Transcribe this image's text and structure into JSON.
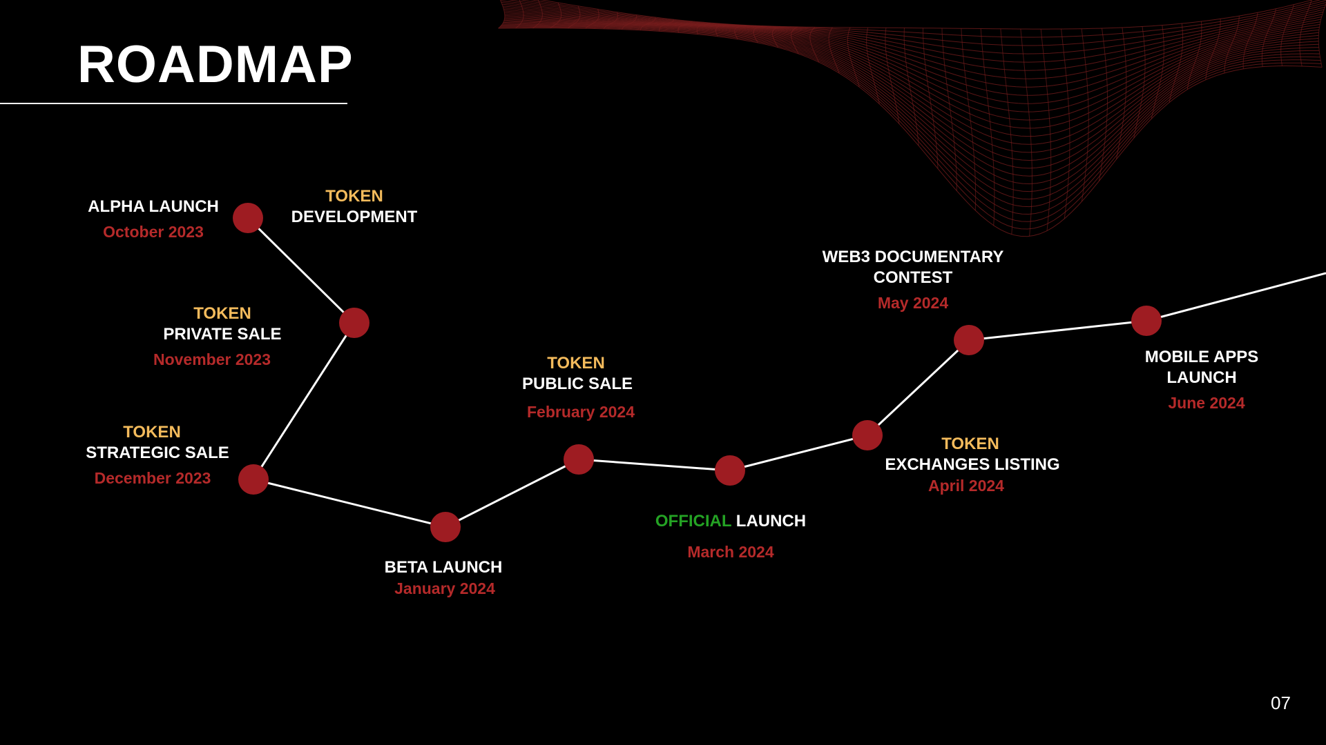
{
  "title": "ROADMAP",
  "page_number": "07",
  "colors": {
    "background": "#000000",
    "node": "#9e1c22",
    "connector": "#ffffff",
    "date": "#b52a2a",
    "token_accent": "#f4bb5c",
    "official_accent": "#24a324",
    "wave": "#7a1e1e"
  },
  "milestones": [
    {
      "id": "alpha",
      "line1": "ALPHA LAUNCH",
      "date": "October 2023"
    },
    {
      "id": "token-dev",
      "line1": "TOKEN",
      "line2": "DEVELOPMENT"
    },
    {
      "id": "private",
      "line1": "TOKEN",
      "line2": "PRIVATE SALE",
      "date": "November 2023"
    },
    {
      "id": "strategic",
      "line1": "TOKEN",
      "line2": "STRATEGIC SALE",
      "date": "December 2023"
    },
    {
      "id": "beta",
      "line1": "BETA LAUNCH",
      "date": "January 2024"
    },
    {
      "id": "public",
      "line1": "TOKEN",
      "line2": "PUBLIC SALE",
      "date": "February 2024"
    },
    {
      "id": "official",
      "line1": "OFFICIAL",
      "line1b": " LAUNCH",
      "date": "March 2024"
    },
    {
      "id": "exchanges",
      "line1": "TOKEN",
      "line2": "EXCHANGES LISTING",
      "date": "April 2024"
    },
    {
      "id": "web3",
      "line1": "WEB3 DOCUMENTARY",
      "line2": "CONTEST",
      "date": "May 2024"
    },
    {
      "id": "mobile",
      "line1": "MOBILE APPS",
      "line2": "LAUNCH",
      "date": "June 2024"
    }
  ]
}
